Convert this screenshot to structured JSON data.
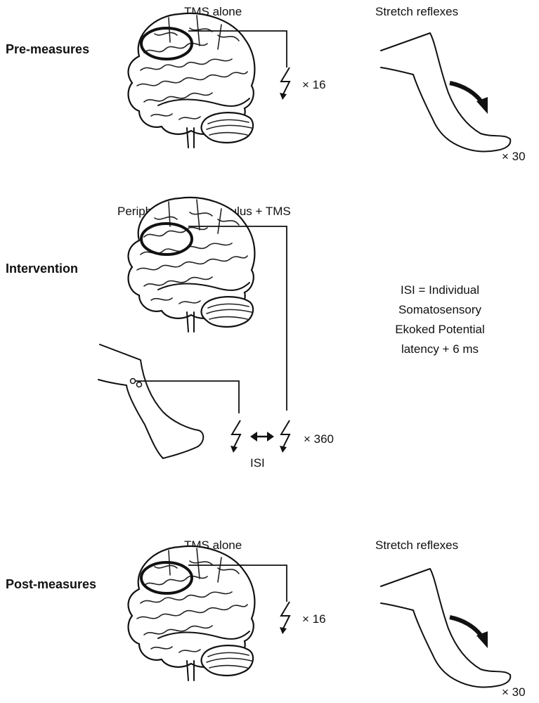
{
  "pre": {
    "section_label": "Pre-measures",
    "tms_title": "TMS alone",
    "tms_count": "× 16",
    "reflex_title": "Stretch reflexes",
    "reflex_count": "× 30"
  },
  "intervention": {
    "section_label": "Intervention",
    "title": "Peripheral nerve stimulus + TMS",
    "count": "× 360",
    "isi_label": "ISI",
    "note_lines": [
      "ISI = Individual",
      "Somatosensory",
      "Ekoked Potential",
      "latency + 6 ms"
    ]
  },
  "post": {
    "section_label": "Post-measures",
    "tms_title": "TMS alone",
    "tms_count": "× 16",
    "reflex_title": "Stretch reflexes",
    "reflex_count": "× 30"
  },
  "icons": [
    "brain-icon",
    "tms-coil-icon",
    "lightning-stimulus-icon",
    "leg-icon",
    "curved-arrow-icon",
    "electrode-icon",
    "double-arrow-icon"
  ]
}
